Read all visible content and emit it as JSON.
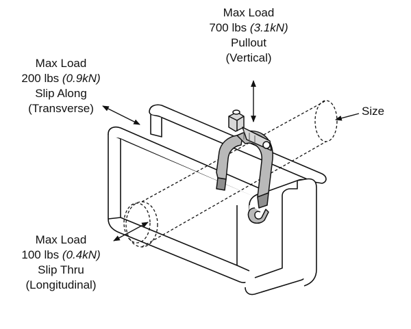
{
  "labels": {
    "pullout": {
      "line1": "Max Load",
      "line2_value": "700 lbs ",
      "line2_metric": "(3.1kN)",
      "line3": "Pullout",
      "line4": "(Vertical)"
    },
    "slip_along": {
      "line1": "Max Load",
      "line2_value": "200 lbs ",
      "line2_metric": "(0.9kN)",
      "line3": "Slip Along",
      "line4": "(Transverse)"
    },
    "slip_thru": {
      "line1": "Max Load",
      "line2_value": "100 lbs ",
      "line2_metric": "(0.4kN)",
      "line3": "Slip Thru",
      "line4": "(Longitudinal)"
    },
    "size": "Size"
  },
  "colors": {
    "stroke": "#111111",
    "strap": "#b9b9b9",
    "strap_dark": "#8f8f8f",
    "background": "#ffffff"
  }
}
